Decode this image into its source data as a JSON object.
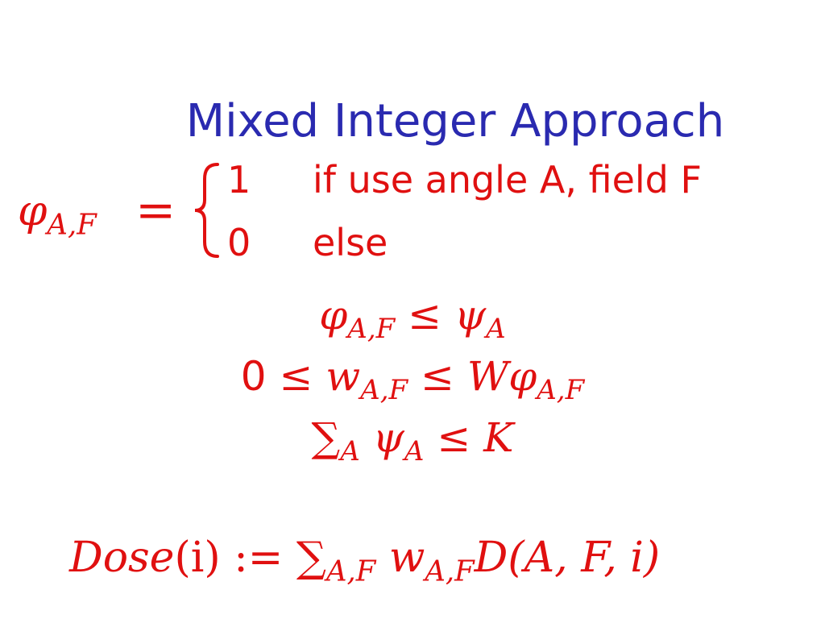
{
  "slide": {
    "title": "Mixed Integer Approach"
  },
  "definition": {
    "symbol": "φ",
    "subscript": "A,F",
    "equals": "=",
    "cases": [
      {
        "value": "1",
        "condition": "if use angle A, field F"
      },
      {
        "value": "0",
        "condition": "else"
      }
    ]
  },
  "constraints": {
    "c1": {
      "lhs": "φ",
      "lhs_sub": "A,F",
      "rel": "≤",
      "rhs": "ψ",
      "rhs_sub": "A"
    },
    "c2": {
      "lead": "0",
      "rel1": "≤",
      "mid": "w",
      "mid_sub": "A,F",
      "rel2": "≤",
      "coef": "W",
      "rhs": "φ",
      "rhs_sub": "A,F"
    },
    "c3": {
      "sum": "∑",
      "sum_sub": "A",
      "term": "ψ",
      "term_sub": "A",
      "rel": "≤",
      "rhs": "K"
    }
  },
  "dose": {
    "lhs": "Dose",
    "arg": "(i)",
    "assign": ":=",
    "sum": "∑",
    "sum_sub": "A,F",
    "w": "w",
    "w_sub": "A,F",
    "d": "D",
    "d_args": "(A, F, i)"
  },
  "colors": {
    "title": "#2a2ab0",
    "math": "#e01010",
    "background": "#ffffff"
  }
}
